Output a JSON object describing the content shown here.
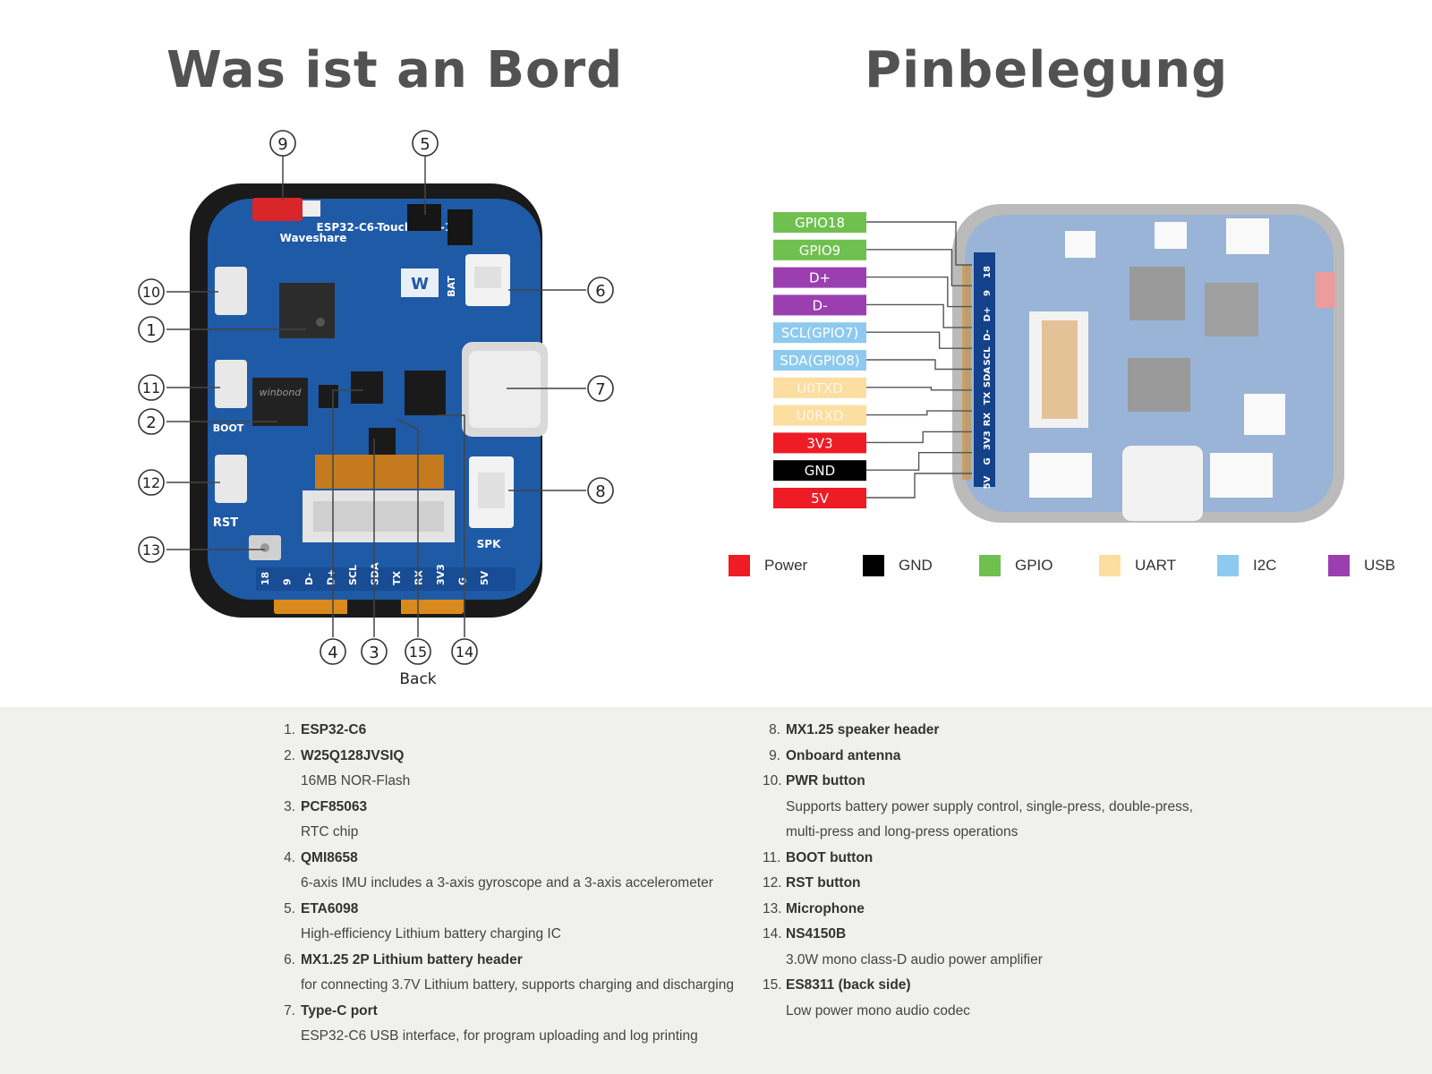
{
  "titles": {
    "left": "Was ist an Bord",
    "right": "Pinbelegung"
  },
  "board": {
    "silk_name": "ESP32-C6-Touch-LCD-1.69",
    "silk_brand": "Waveshare",
    "back_label": "Back",
    "labels": {
      "bat": "BAT",
      "boot": "BOOT",
      "rst": "RST",
      "spk": "SPK",
      "chip": "winbond"
    },
    "bottom_pins": [
      "18",
      "9",
      "D-",
      "D+",
      "SCL",
      "SDA",
      "TX",
      "RX",
      "3V3",
      "G",
      "5V"
    ],
    "side_pins": [
      "18",
      "9",
      "D+",
      "D-",
      "SCL",
      "SDA",
      "TX",
      "RX",
      "3V3",
      "G",
      "5V"
    ]
  },
  "callouts": [
    "1",
    "2",
    "3",
    "4",
    "5",
    "6",
    "7",
    "8",
    "9",
    "10",
    "11",
    "12",
    "13",
    "14",
    "15"
  ],
  "pins": [
    {
      "label": "GPIO18",
      "color": "#6fc04f",
      "type": "GPIO"
    },
    {
      "label": "GPIO9",
      "color": "#6fc04f",
      "type": "GPIO"
    },
    {
      "label": "D+",
      "color": "#9b3fb0",
      "type": "USB"
    },
    {
      "label": "D-",
      "color": "#9b3fb0",
      "type": "USB"
    },
    {
      "label": "SCL(GPIO7)",
      "color": "#8ecaef",
      "type": "I2C"
    },
    {
      "label": "SDA(GPIO8)",
      "color": "#8ecaef",
      "type": "I2C"
    },
    {
      "label": "U0TXD",
      "color": "#fbdea0",
      "type": "UART"
    },
    {
      "label": "U0RXD",
      "color": "#fbdea0",
      "type": "UART"
    },
    {
      "label": "3V3",
      "color": "#ee1c25",
      "type": "Power"
    },
    {
      "label": "GND",
      "color": "#000000",
      "type": "GND"
    },
    {
      "label": "5V",
      "color": "#ee1c25",
      "type": "Power"
    }
  ],
  "legend": [
    {
      "label": "Power",
      "color": "#ee1c25"
    },
    {
      "label": "GND",
      "color": "#000000"
    },
    {
      "label": "GPIO",
      "color": "#6fc04f"
    },
    {
      "label": "UART",
      "color": "#fbdea0"
    },
    {
      "label": "I2C",
      "color": "#8ecaef"
    },
    {
      "label": "USB",
      "color": "#9b3fb0"
    }
  ],
  "components_left": [
    {
      "num": "1.",
      "name": "ESP32-C6",
      "desc": ""
    },
    {
      "num": "2.",
      "name": "W25Q128JVSIQ",
      "desc": "16MB NOR-Flash"
    },
    {
      "num": "3.",
      "name": "PCF85063",
      "desc": "RTC chip"
    },
    {
      "num": "4.",
      "name": "QMI8658",
      "desc": "6-axis IMU includes a 3-axis gyroscope and a 3-axis accelerometer"
    },
    {
      "num": "5.",
      "name": "ETA6098",
      "desc": "High-efficiency Lithium battery charging IC"
    },
    {
      "num": "6.",
      "name": "MX1.25 2P Lithium battery header",
      "desc": "for connecting 3.7V Lithium battery, supports charging and discharging"
    },
    {
      "num": "7.",
      "name": "Type-C port",
      "desc": "ESP32-C6 USB interface, for program uploading and log printing"
    }
  ],
  "components_right": [
    {
      "num": "8.",
      "name": "MX1.25 speaker header",
      "desc": ""
    },
    {
      "num": "9.",
      "name": "Onboard antenna",
      "desc": ""
    },
    {
      "num": "10.",
      "name": "PWR button",
      "desc": "Supports battery power supply control, single-press, double-press, multi-press and long-press operations"
    },
    {
      "num": "11.",
      "name": "BOOT button",
      "desc": ""
    },
    {
      "num": "12.",
      "name": "RST button",
      "desc": ""
    },
    {
      "num": "13.",
      "name": "Microphone",
      "desc": ""
    },
    {
      "num": "14.",
      "name": "NS4150B",
      "desc": "3.0W mono class-D audio power amplifier"
    },
    {
      "num": "15.",
      "name": "ES8311 (back side)",
      "desc": "Low power mono audio codec"
    }
  ]
}
